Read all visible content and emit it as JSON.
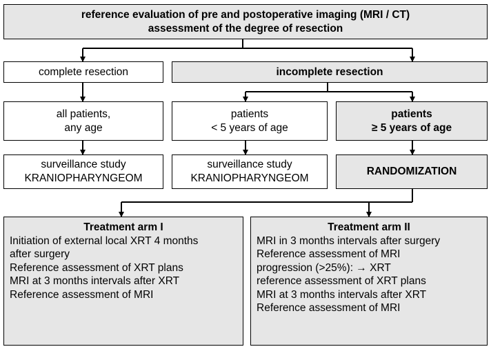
{
  "header": {
    "line1": "reference evaluation of pre and postoperative imaging (MRI / CT)",
    "line2": "assessment of the degree of resection"
  },
  "complete_resection": "complete resection",
  "incomplete_resection": "incomplete resection",
  "all_patients": {
    "line1": "all patients,",
    "line2": "any age"
  },
  "patients_under5": {
    "line1": "patients",
    "line2": "< 5 years of age"
  },
  "patients_over5": {
    "line1": "patients",
    "line2": "≥ 5 years of age"
  },
  "surveillance_left": {
    "line1": "surveillance study",
    "line2": "KRANIOPHARYNGEOM"
  },
  "surveillance_mid": {
    "line1": "surveillance study",
    "line2": "KRANIOPHARYNGEOM"
  },
  "randomization": "RANDOMIZATION",
  "arm1": {
    "title": "Treatment arm I",
    "lines": [
      "Initiation of external local XRT 4 months",
      "after surgery",
      "Reference assessment of XRT plans",
      "MRI at 3 months intervals after XRT",
      "Reference assessment of MRI"
    ]
  },
  "arm2": {
    "title": "Treatment arm II",
    "lines": [
      "MRI in 3 months intervals after surgery",
      "Reference assessment of MRI",
      "progression (>25%): → XRT",
      "reference assessment of XRT plans",
      "MRI at 3 months intervals after XRT",
      "Reference assessment of MRI"
    ]
  }
}
